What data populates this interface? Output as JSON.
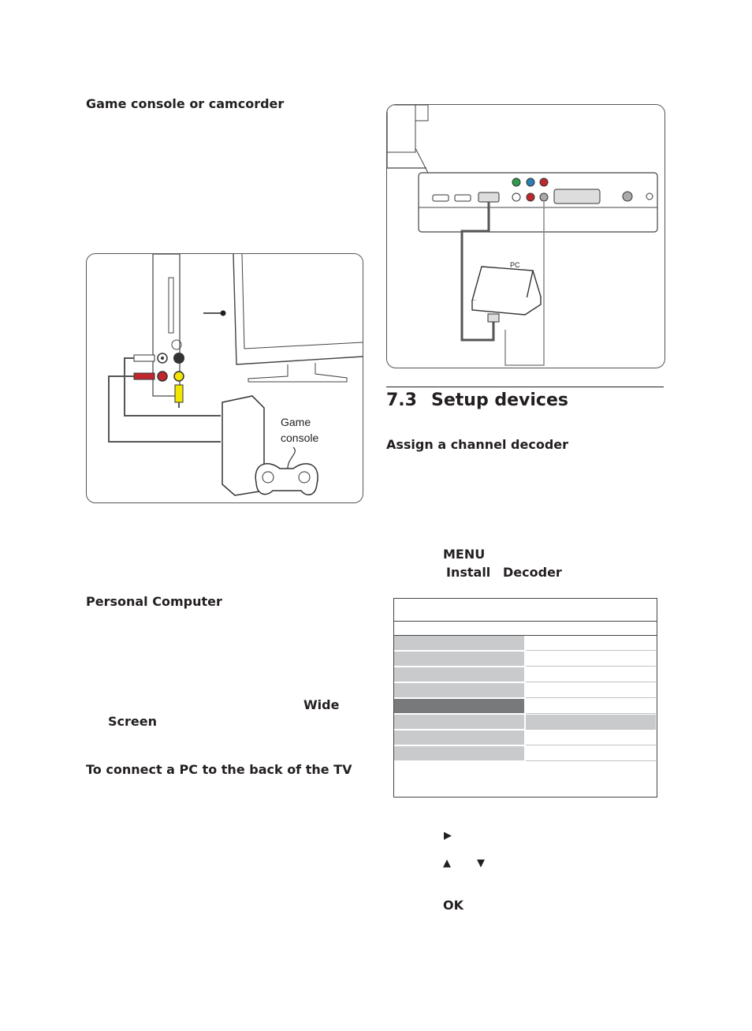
{
  "left_column": {
    "heading_game": "Game console or camcorder",
    "figure_game": {
      "label_line1": "Game",
      "label_line2": "console"
    },
    "heading_pc": "Personal Computer",
    "wide_text": "Wide",
    "screen_text": "Screen",
    "heading_connect_pc": "To connect a PC to the back of the TV"
  },
  "right_column": {
    "figure_pc": {
      "label": "PC"
    },
    "section_number": "7.3",
    "section_title": "Setup devices",
    "heading_decoder": "Assign a channel decoder",
    "menu_key": "MENU",
    "install_text": "Install",
    "decoder_text": "Decoder",
    "menu_rows": 8,
    "arrow_right": "▶",
    "arrow_up": "▲",
    "arrow_down": "▼",
    "ok_key": "OK"
  }
}
